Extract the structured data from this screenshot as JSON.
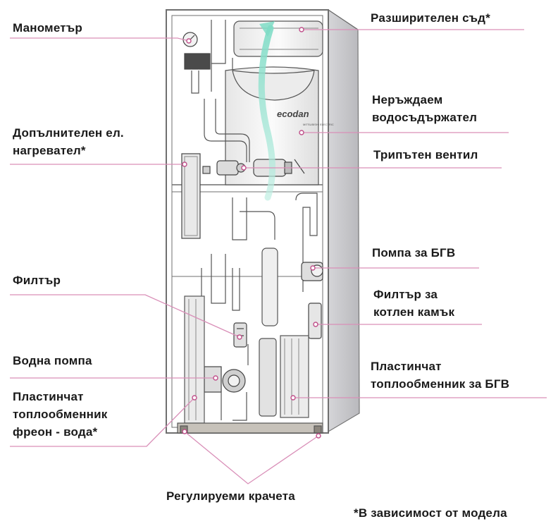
{
  "labels": {
    "manometer": "Манометър",
    "expansion_vessel": "Разширителен съд*",
    "tank_line1": "Неръждаем",
    "tank_line2": "водосъдържател",
    "heater_line1": "Допълнителен ел.",
    "heater_line2": "нагревател*",
    "three_way_valve": "Трипътен вентил",
    "dhw_pump": "Помпа за БГВ",
    "filter": "Филтър",
    "scale_filter_line1": "Филтър за",
    "scale_filter_line2": "котлен камък",
    "water_pump": "Водна помпа",
    "dhw_plate_hx_line1": "Пластинчат",
    "dhw_plate_hx_line2": "топлообменник за БГВ",
    "freon_hx_line1": "Пластинчат",
    "freon_hx_line2": "топлообменник",
    "freon_hx_line3": "фреон - вода*",
    "feet": "Регулируеми крачета",
    "footnote": "*В зависимост от модела"
  },
  "unit": {
    "brand_logo": "ecodan",
    "maker_logo": "MITSUBISHI ELECTRIC"
  },
  "colors": {
    "leader": "#d98fb8",
    "leader_dot": "#c04f8a",
    "frame": "#8a8a8a",
    "cabinet_side": "#c9c9cc",
    "flow_arrow": "#5cc8b0"
  }
}
